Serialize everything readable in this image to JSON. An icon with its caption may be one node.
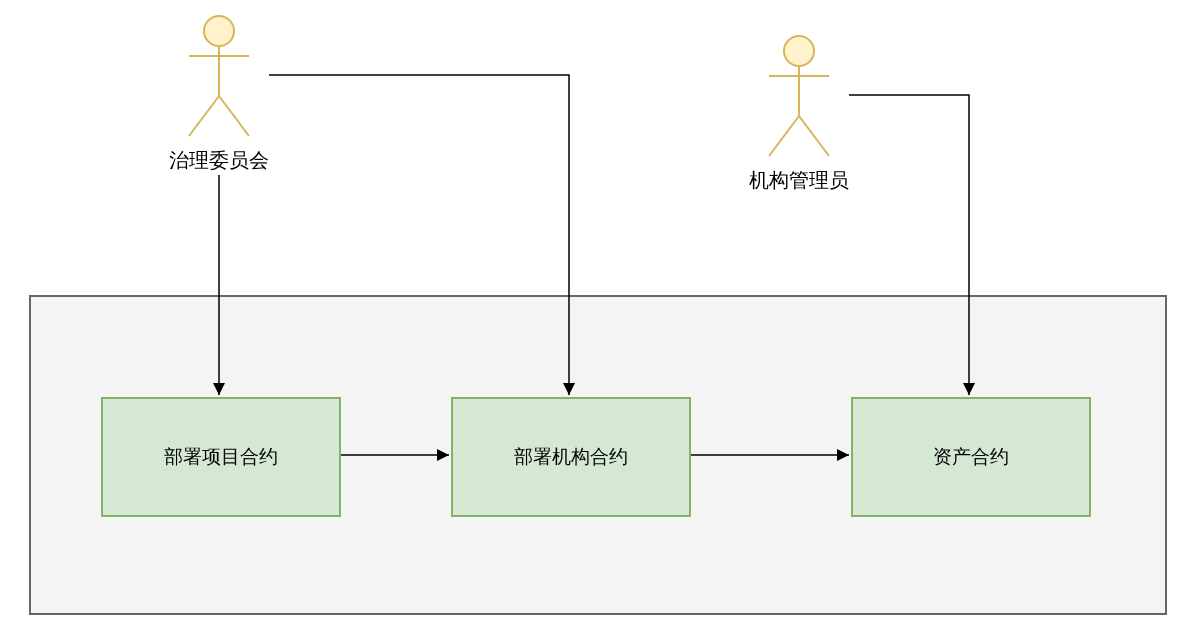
{
  "diagram": {
    "nodes": [
      {
        "text": [
          "治理委员会"
        ]
      },
      {
        "text": [
          "机构管理员"
        ]
      },
      {
        "text": [],
        "shape": "box"
      },
      {
        "text": [
          "部署项目合约"
        ],
        "in": 2
      },
      {
        "text": [
          "部署机构合约"
        ],
        "in": 2
      },
      {
        "text": [
          "资产合约"
        ],
        "in": 2
      }
    ],
    "edges": [
      {
        "from": 0,
        "to": 3,
        "arrow": "to"
      },
      {
        "from": 0,
        "to": 4,
        "arrow": "to"
      },
      {
        "from": 1,
        "to": 5,
        "arrow": "to"
      },
      {
        "from": 3,
        "to": 4,
        "arrow": "to"
      },
      {
        "from": 4,
        "to": 5,
        "arrow": "to"
      }
    ]
  }
}
